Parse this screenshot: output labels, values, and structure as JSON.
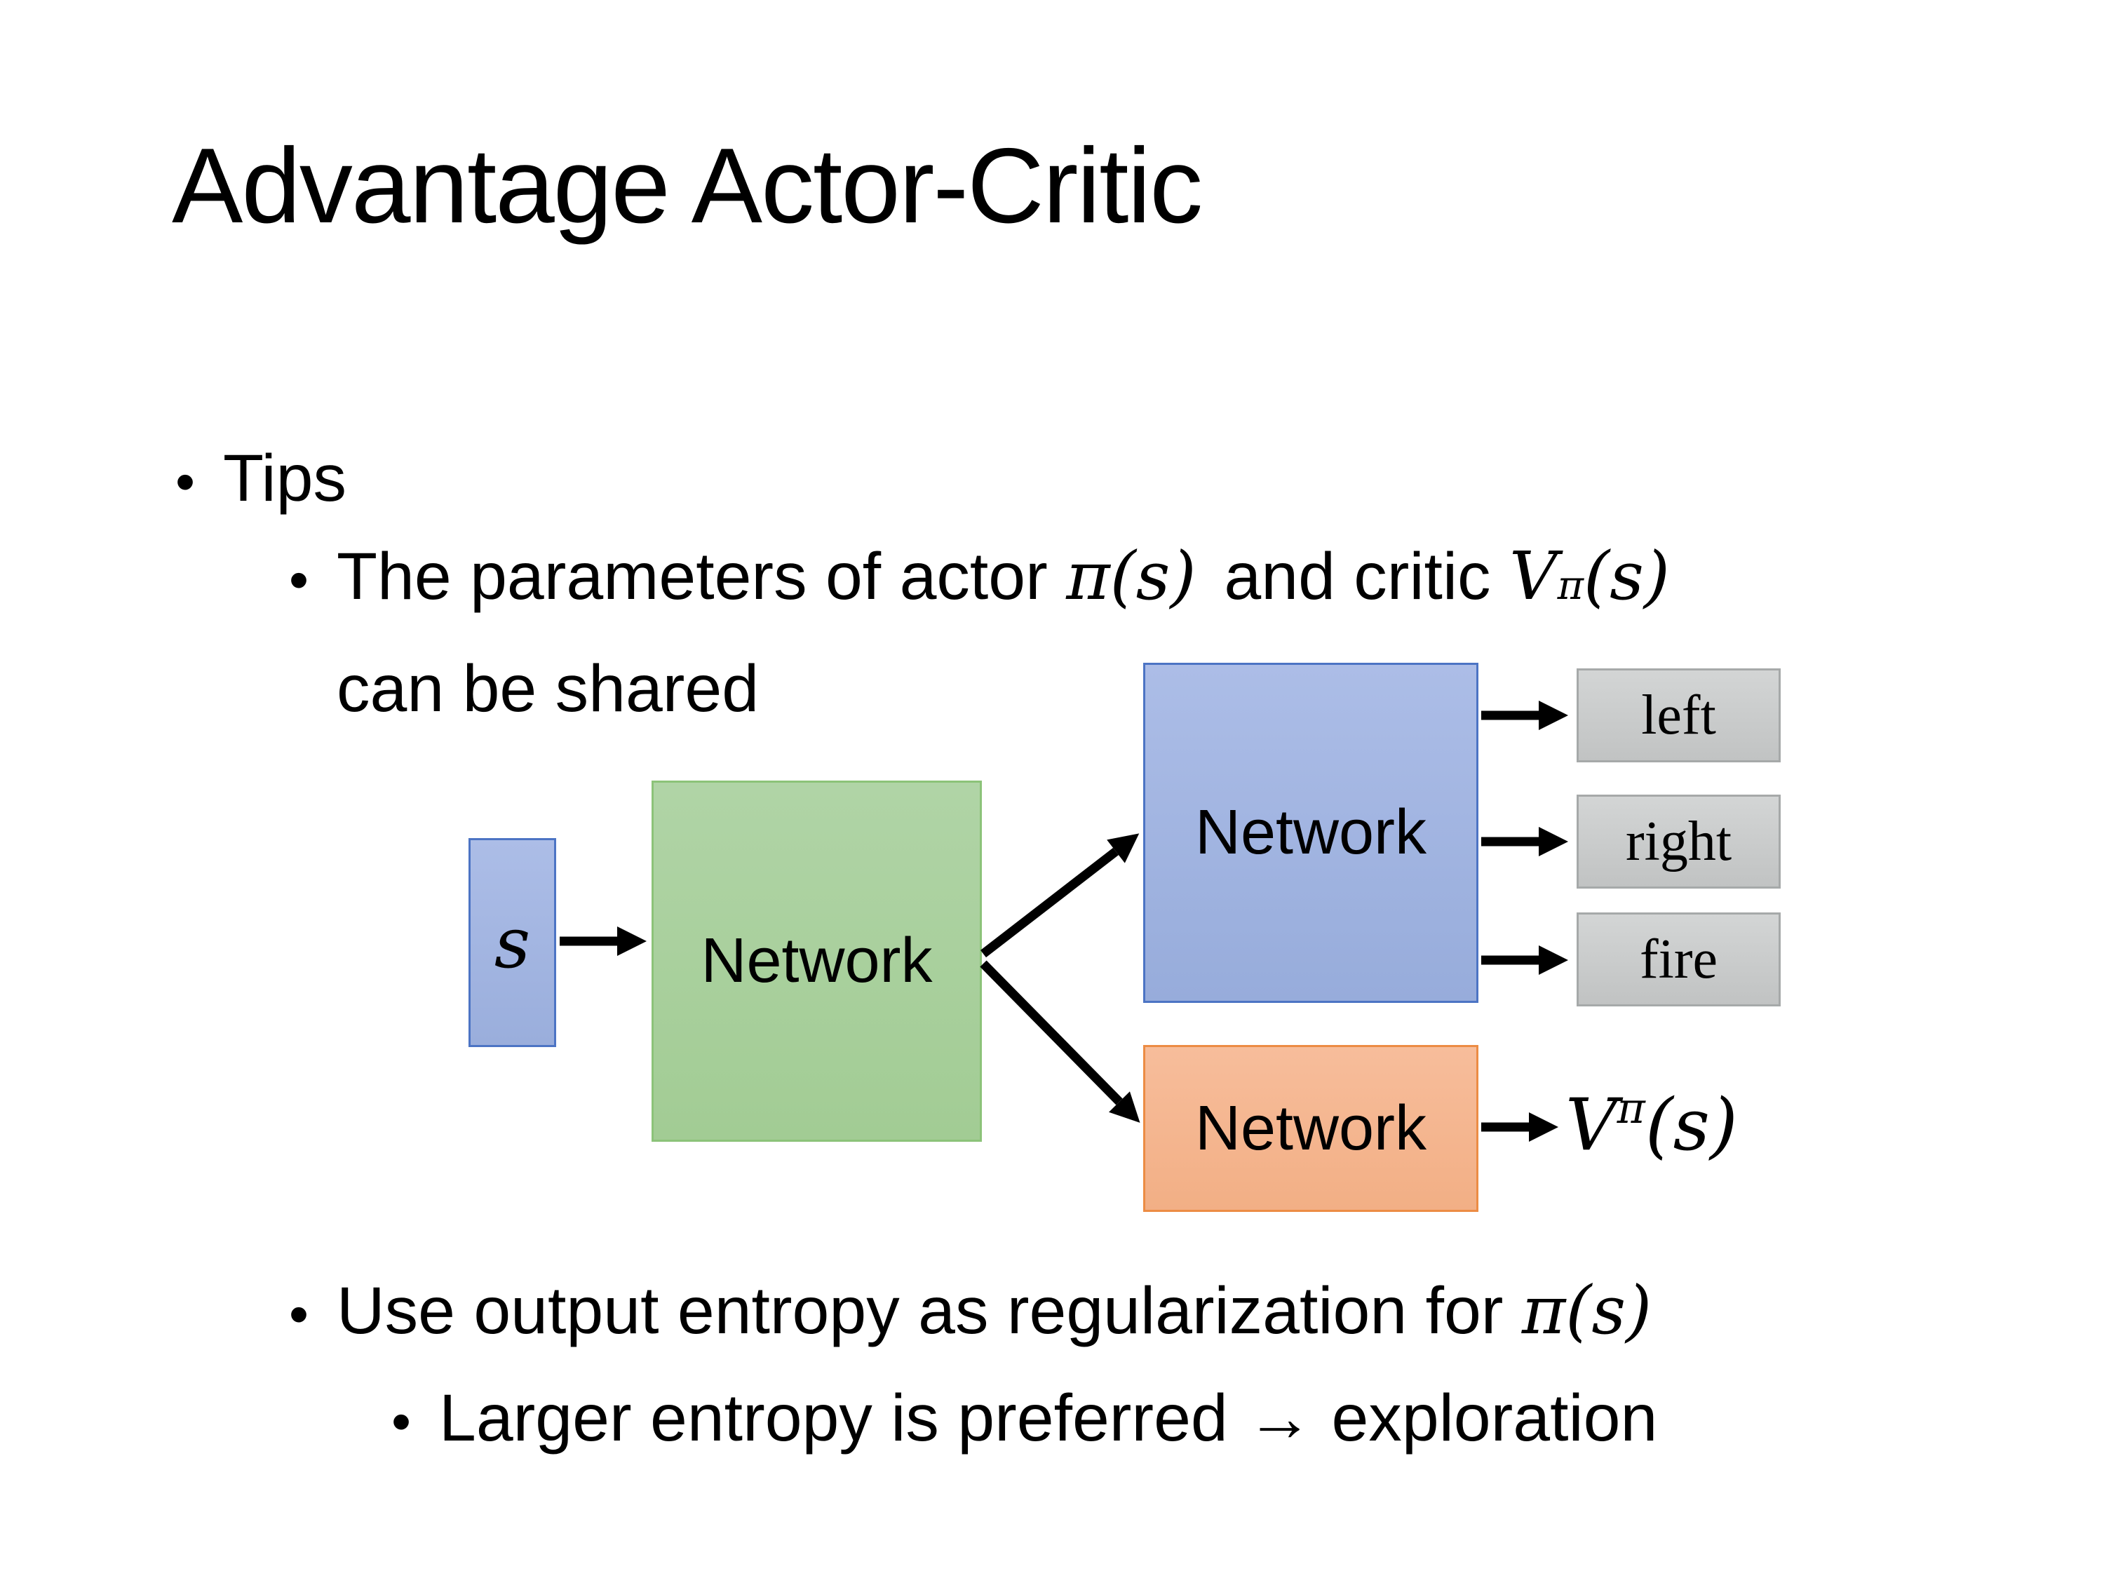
{
  "slide": {
    "title": "Advantage Actor-Critic",
    "bullet_char": "•",
    "tips_label": "Tips",
    "param_line": {
      "pre": "The parameters of actor ",
      "actor_math": "π(s)",
      "mid": "and critic ",
      "critic_base": "V",
      "critic_sup": "π",
      "critic_args": "(s)",
      "line2": "can be shared"
    },
    "entropy_line": {
      "pre": "Use output entropy as regularization for ",
      "math": "π(s)"
    },
    "exploration_line": "Larger entropy is preferred → exploration"
  },
  "diagram": {
    "state_label": "s",
    "shared_network_label": "Network",
    "actor_network_label": "Network",
    "critic_network_label": "Network",
    "actions": [
      "left",
      "right",
      "fire"
    ],
    "value_output": {
      "base": "V",
      "sup": "π",
      "args": "(s)"
    },
    "colors": {
      "state_fill": "#A3B6E2",
      "state_border": "#4C74C4",
      "shared_fill": "#A9D09D",
      "shared_border": "#8CC379",
      "actor_fill": "#A1B4E1",
      "actor_border": "#4C74C4",
      "critic_fill": "#F4B690",
      "critic_border": "#EC8C44",
      "action_fill": "#C9CBCB",
      "action_border": "#A6A9A9",
      "arrow": "#000000"
    }
  }
}
